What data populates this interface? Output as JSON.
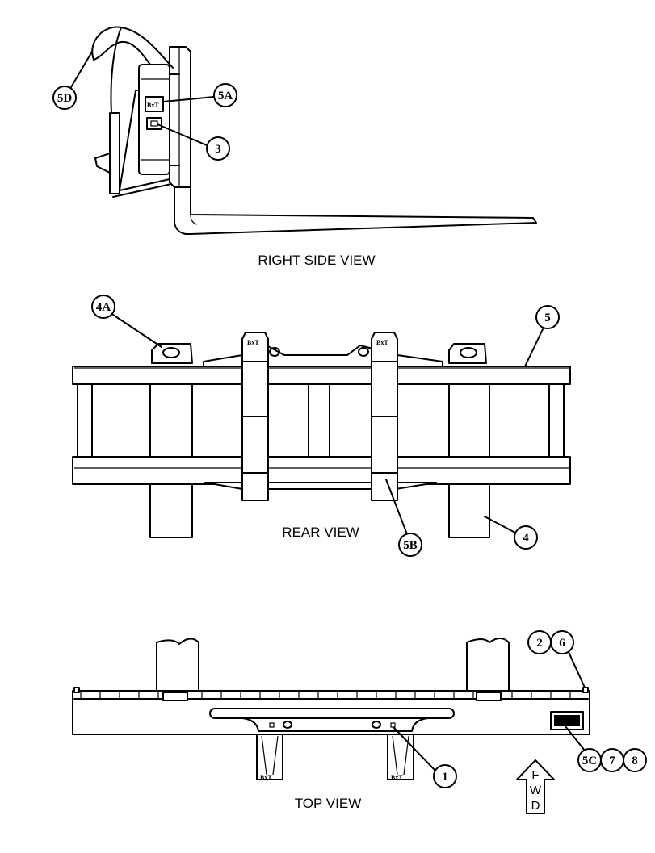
{
  "views": {
    "right_side": "RIGHT SIDE VIEW",
    "rear": "REAR VIEW",
    "top": "TOP VIEW"
  },
  "callouts": {
    "c5D": "5D",
    "c5A": "5A",
    "c3": "3",
    "c4A": "4A",
    "c5": "5",
    "c5B": "5B",
    "c4": "4",
    "c2": "2",
    "c6": "6",
    "c1": "1",
    "c5C": "5C",
    "c7": "7",
    "c8": "8"
  },
  "fwd_arrow": {
    "l1": "F",
    "l2": "W",
    "l3": "D"
  },
  "logo_text": "BxT"
}
